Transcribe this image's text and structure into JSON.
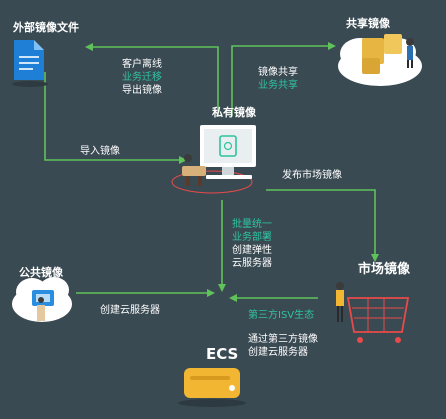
{
  "nodes": {
    "external_files": "外部镜像文件",
    "shared": "共享镜像",
    "private": "私有镜像",
    "public": "公共镜像",
    "market": "市场镜像",
    "ecs": "ECS"
  },
  "edges": {
    "private_to_external": [
      "客户离线",
      "业务迁移",
      "导出镜像"
    ],
    "private_to_shared": [
      "镜像共享",
      "业务共享"
    ],
    "external_to_private": "导入镜像",
    "private_to_market": "发布市场镜像",
    "private_to_ecs": [
      "批量统一",
      "业务部署",
      "创建弹性",
      "云服务器"
    ],
    "public_to_ecs": "创建云服务器",
    "market_to_ecs": [
      "第三方ISV生态",
      "通过第三方镜像",
      "创建云服务器"
    ]
  },
  "colors": {
    "background": "#3a4a53",
    "arrow": "#5fc25a",
    "accent_text": "#2ec4a0",
    "cloud": "#ffffff",
    "ecs_gold": "#f2b632",
    "cart_red": "#e84a4a",
    "box_gold": "#e7b542"
  },
  "icons": [
    "document-icon",
    "monitor-icon",
    "cloud-server-icon",
    "shopping-cart-icon",
    "ecs-server-icon"
  ]
}
